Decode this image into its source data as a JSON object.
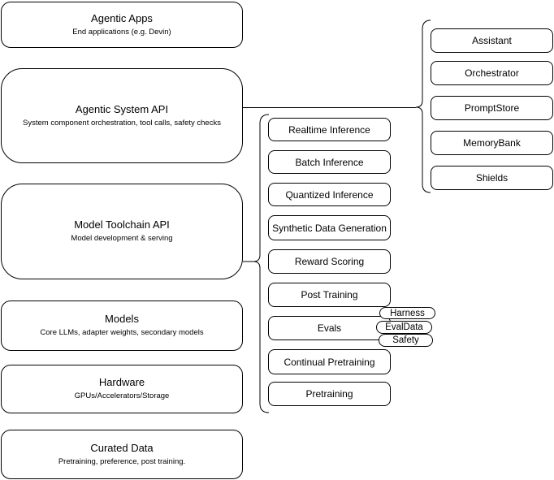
{
  "colors": {
    "stroke": "#000000",
    "background": "#ffffff",
    "text": "#000000"
  },
  "stack": {
    "agentic_apps": {
      "title": "Agentic Apps",
      "subtitle": "End applications (e.g. Devin)"
    },
    "agentic_system_api": {
      "title": "Agentic System API",
      "subtitle": "System component orchestration, tool calls, safety checks"
    },
    "model_toolchain_api": {
      "title": "Model Toolchain API",
      "subtitle": "Model development & serving"
    },
    "models": {
      "title": "Models",
      "subtitle": "Core LLMs, adapter weights, secondary models"
    },
    "hardware": {
      "title": "Hardware",
      "subtitle": "GPUs/Accelerators/Storage"
    },
    "curated_data": {
      "title": "Curated Data",
      "subtitle": "Pretraining, preference, post training."
    }
  },
  "toolchain_items": [
    "Realtime Inference",
    "Batch Inference",
    "Quantized Inference",
    "Synthetic Data Generation",
    "Reward Scoring",
    "Post Training",
    "Evals",
    "Continual Pretraining",
    "Pretraining"
  ],
  "eval_tags": [
    "Harness",
    "EvalData",
    "Safety"
  ],
  "system_components": [
    "Assistant",
    "Orchestrator",
    "PromptStore",
    "MemoryBank",
    "Shields"
  ]
}
